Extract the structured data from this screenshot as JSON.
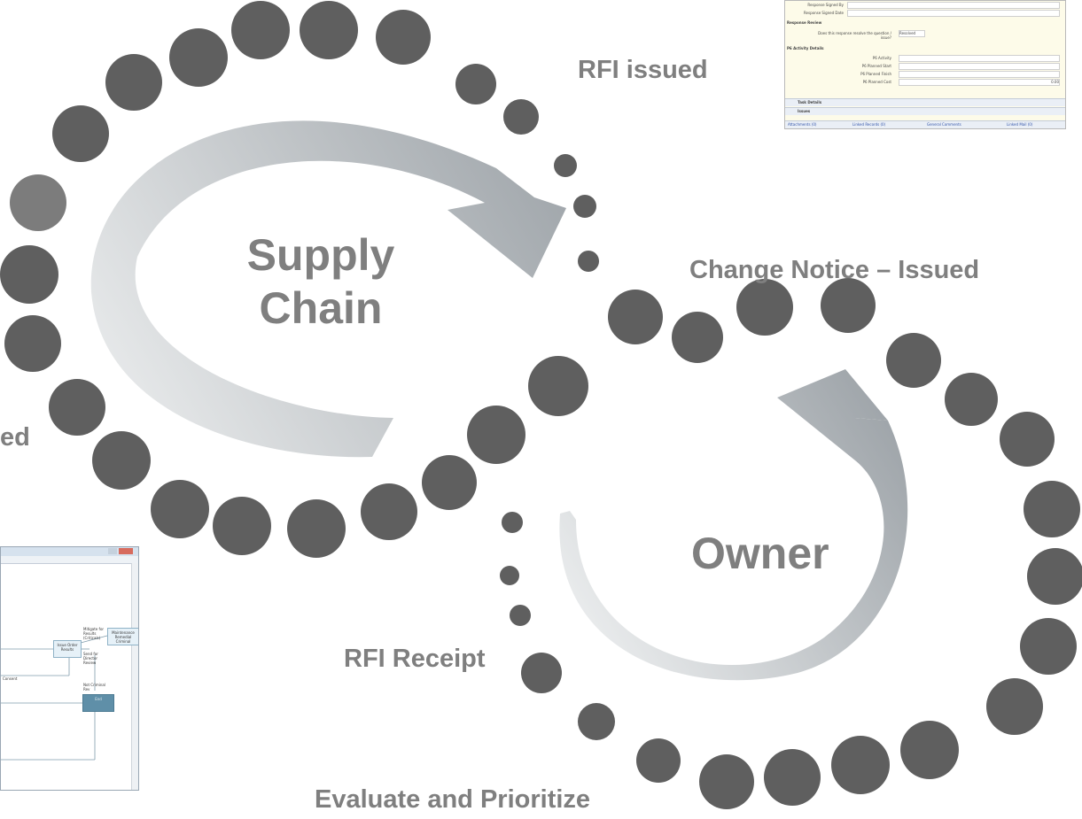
{
  "labels": {
    "supply_chain": "Supply\nChain",
    "owner": "Owner",
    "rfi_issued": "RFI issued",
    "change_notice_issued": "Change Notice – Issued",
    "rfi_receipt": "RFI Receipt",
    "evaluate_and_prioritize": "Evaluate and Prioritize",
    "left_partial": "ed"
  },
  "colors": {
    "dot": "#5f5f5f",
    "dot_faded": "#7c7c7c",
    "label_text": "#7f7f7f",
    "arrow_dark": "#9ea4a9",
    "arrow_light": "#e9ebec"
  },
  "form_window": {
    "fields": [
      {
        "label": "Response Signed By",
        "value": ""
      },
      {
        "label": "Response Signed Date",
        "value": ""
      }
    ],
    "sections": {
      "response_review": "Response Review",
      "p6_activity_details": "P6 Activity Details"
    },
    "review_question": "Does this response resolve the question / issue?",
    "review_value": "Resolved",
    "p6_fields": [
      {
        "label": "P6 Activity",
        "value": ""
      },
      {
        "label": "P6 Planned Start",
        "value": ""
      },
      {
        "label": "P6 Planned Finish",
        "value": ""
      },
      {
        "label": "P6 Planned Cost",
        "value": "0.00"
      }
    ],
    "bars": [
      "Task Details",
      "Issues"
    ],
    "footer_tabs": [
      "Attachments (0)",
      "Linked Records (0)",
      "General Comments",
      "Linked Mail (0)"
    ]
  },
  "workflow_window": {
    "nodes": [
      "Issue Order Results",
      "Maintenance Remedial Criminal",
      "End"
    ],
    "annotations": [
      "Mitigate for Results (Criticals)",
      "Send for Director Review",
      "Not Criminal Rev",
      "Consent"
    ]
  }
}
